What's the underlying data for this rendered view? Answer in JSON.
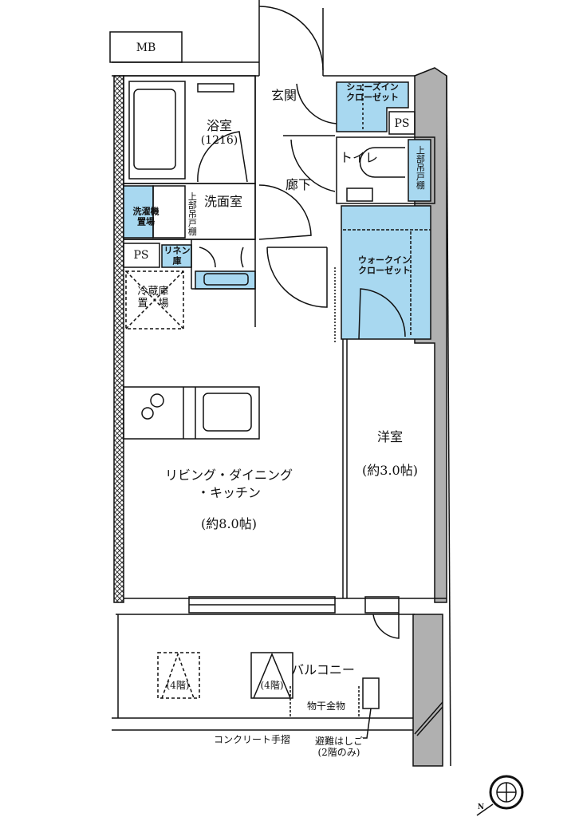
{
  "colors": {
    "storage": "#a8d8f0",
    "wall": "#b0b0b0",
    "line": "#111111"
  },
  "labels": {
    "mb": "MB",
    "entrance": "玄関",
    "shoe_closet_line1": "シューズイン",
    "shoe_closet_line2": "クローゼット",
    "ps_top": "PS",
    "bathroom": "浴室",
    "bathroom_size": "(1216)",
    "toilet": "トイレ",
    "toilet_shelf": "上部吊戸棚",
    "hallway": "廊下",
    "washroom": "洗面室",
    "washroom_shelf": "上部吊戸棚",
    "washer_line1": "洗濯機",
    "washer_line2": "置場",
    "ps_left": "PS",
    "linen_line1": "リネン",
    "linen_line2": "庫",
    "fridge_line1": "冷蔵庫",
    "fridge_line2": "置　場",
    "wic_line1": "ウォークイン",
    "wic_line2": "クローゼット",
    "western_room": "洋室",
    "western_room_size": "(約3.0帖)",
    "ldk_line1": "リビング・ダイニング",
    "ldk_line2": "・キッチン",
    "ldk_size": "(約8.0帖)",
    "balcony": "バルコニー",
    "ac_unit_1": "(4階)",
    "ac_unit_2": "(4階)",
    "drying_hardware": "物干金物",
    "handrail": "コンクリート手摺",
    "escape_ladder_line1": "避難はしご",
    "escape_ladder_line2": "(2階のみ)",
    "compass_north": "N"
  }
}
